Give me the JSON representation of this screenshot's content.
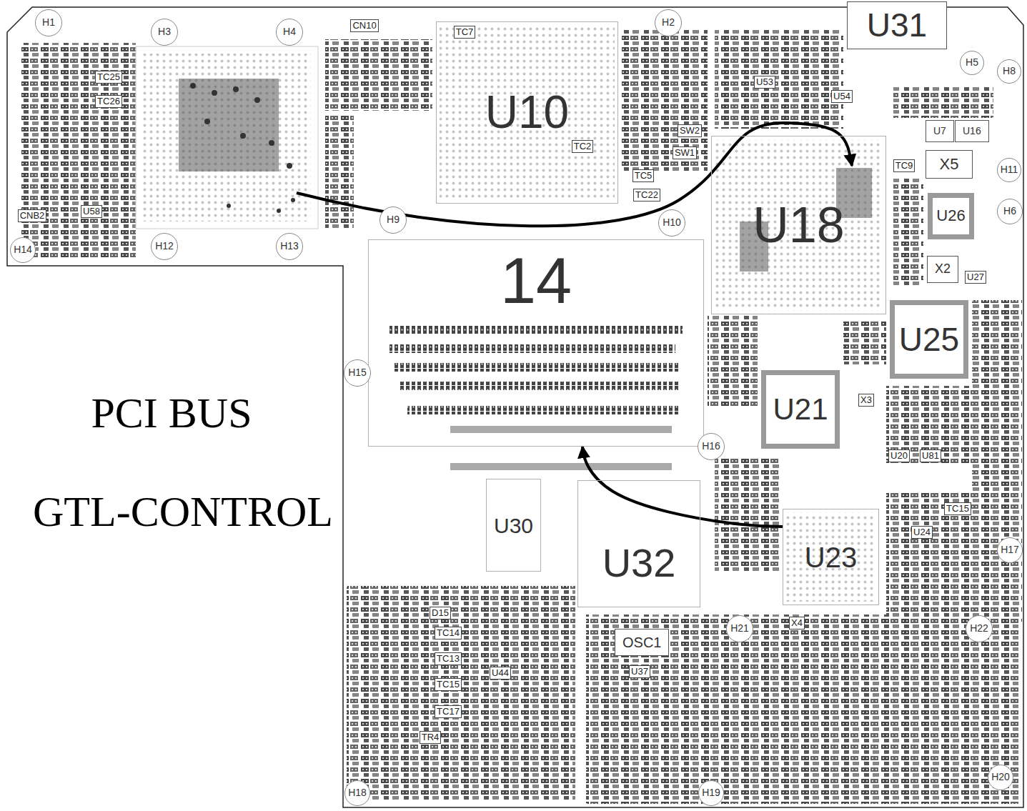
{
  "diagram": {
    "nodes": [
      {
        "text": [
          "H1"
        ]
      },
      {
        "text": [
          "H3"
        ]
      },
      {
        "text": [
          "H4"
        ]
      },
      {
        "text": [
          "U10"
        ]
      },
      {
        "text": [
          "H2"
        ]
      },
      {
        "text": [
          "U31"
        ]
      },
      {
        "text": [
          "H5"
        ]
      },
      {
        "text": [
          "H8"
        ]
      },
      {
        "text": [
          "U7"
        ]
      },
      {
        "text": [
          "U16"
        ]
      },
      {
        "text": [
          "X5"
        ]
      },
      {
        "text": [
          "U18"
        ]
      },
      {
        "text": [
          "H11"
        ]
      },
      {
        "text": [
          "U26"
        ]
      },
      {
        "text": [
          "H6"
        ]
      },
      {
        "text": [
          "H9"
        ]
      },
      {
        "text": [
          "H10"
        ]
      },
      {
        "text": [
          "H12"
        ]
      },
      {
        "text": [
          "H13"
        ]
      },
      {
        "text": [
          "H14"
        ]
      },
      {
        "text": [
          "14"
        ]
      },
      {
        "text": [
          "X2"
        ]
      },
      {
        "text": [
          "U25"
        ]
      },
      {
        "text": [
          "H15"
        ]
      },
      {
        "text": [
          "U21"
        ]
      },
      {
        "text": [
          "H16"
        ]
      },
      {
        "text": [
          "U30"
        ]
      },
      {
        "text": [
          "U32"
        ]
      },
      {
        "text": [
          "U23"
        ]
      },
      {
        "text": [
          "H17"
        ]
      },
      {
        "text": [
          "H21"
        ]
      },
      {
        "text": [
          "H22"
        ]
      },
      {
        "text": [
          "OSC1"
        ]
      },
      {
        "text": [
          "H18"
        ]
      },
      {
        "text": [
          "H19"
        ]
      },
      {
        "text": [
          "H20"
        ]
      }
    ],
    "edges": [
      {
        "from": 28,
        "to": 20,
        "arrow": "to"
      }
    ],
    "labels": [
      "PCI BUS",
      "GTL-CONTROL",
      "TC25",
      "TC26",
      "U58",
      "CNB2",
      "CN10",
      "TC7",
      "TC2",
      "TC5",
      "TC22",
      "SW2",
      "SW1",
      "U53",
      "U54",
      "TC9",
      "U27",
      "U20",
      "U81",
      "TC15",
      "U24",
      "X3",
      "X4",
      "D15",
      "TC14",
      "TC13",
      "TC15",
      "TC17",
      "TR4",
      "U44",
      "U37"
    ]
  }
}
